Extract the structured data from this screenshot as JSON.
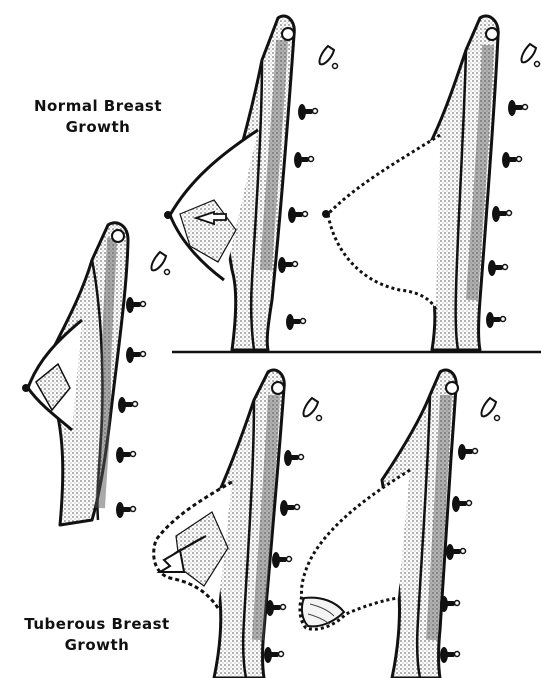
{
  "labels": {
    "normal": {
      "line1": "Normal Breast",
      "line2": "Growth"
    },
    "tuberous": {
      "line1": "Tuberous Breast",
      "line2": "Growth"
    }
  },
  "colors": {
    "ink": "#111111",
    "stipple": "#8a8a8a",
    "background": "#ffffff"
  },
  "icons": [
    "arrow-icon",
    "rib-icon",
    "clavicle-icon"
  ]
}
